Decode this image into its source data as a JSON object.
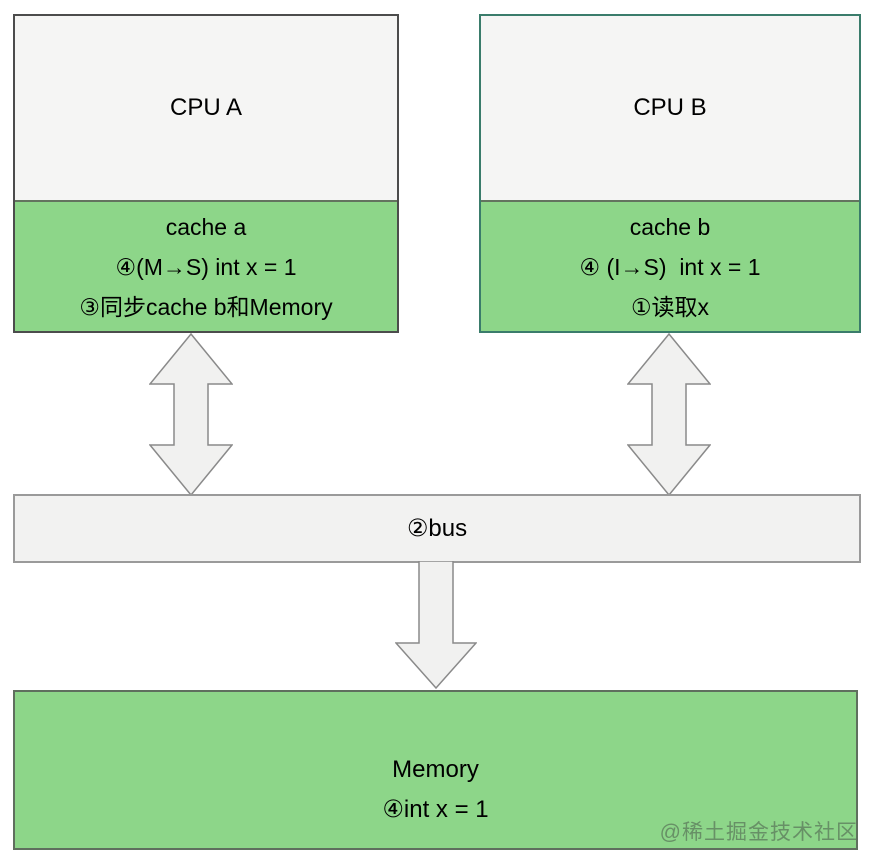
{
  "diagram": {
    "cpu_a": {
      "title": "CPU A",
      "cache": {
        "name": "cache a",
        "state_line": "④(M→S) int x = 1",
        "action_line": "③同步cache b和Memory"
      }
    },
    "cpu_b": {
      "title": "CPU B",
      "cache": {
        "name": "cache b",
        "state_line": "④ (I→S)  int x = 1",
        "action_line": "①读取x"
      }
    },
    "bus": {
      "label": "②bus"
    },
    "memory": {
      "title": "Memory",
      "value_line": "④int x = 1"
    },
    "watermark": "@稀土掘金技术社区",
    "colors": {
      "cache_green": "#8dd689",
      "box_gray": "#f5f5f4",
      "arrow_fill": "#f1f1f0",
      "cpu_a_border": "#4c4c4c",
      "cpu_b_border": "#3a7c6b",
      "bus_border": "#9a9a9a",
      "memory_border": "#5f6f5e",
      "text": "#000000"
    }
  }
}
